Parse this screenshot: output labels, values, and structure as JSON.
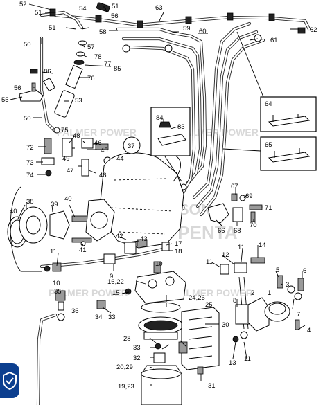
{
  "watermark": {
    "top": "PALMER POWER",
    "middle_1": "ROBERTSON",
    "middle_2": "VOLVO PENTA",
    "lower": "PALMER POWER"
  },
  "callouts": {
    "c1": "1",
    "c2": "2",
    "c3": "3",
    "c4": "4",
    "c5": "5",
    "c6": "6",
    "c7": "7",
    "c8": "8",
    "c9": "9",
    "c10": "10",
    "c10b": "10",
    "c11a": "11",
    "c11b": "11",
    "c11c": "11",
    "c11d": "11",
    "c12": "12",
    "c13": "13",
    "c14": "14",
    "c15": "15",
    "c1622": "16,22",
    "c17": "17",
    "c18": "18",
    "c1923": "19,23",
    "c2029": "20,29",
    "c2425": "24,26",
    "c25": "25",
    "c28": "28",
    "c30": "30",
    "c31": "31",
    "c32": "32",
    "c33": "33",
    "c34": "34",
    "c35": "35",
    "c36": "36",
    "c37": "37",
    "c38": "38",
    "c39": "39",
    "c40a": "40",
    "c40b": "40",
    "c41": "41",
    "c42": "42",
    "c43": "43",
    "c44": "44",
    "c45": "45",
    "c46a": "46",
    "c46b": "46",
    "c47": "47",
    "c48": "48",
    "c49": "49",
    "c50a": "50",
    "c50b": "50",
    "c51a": "51",
    "c51b": "51",
    "c51c": "51",
    "c52": "52",
    "c53": "53",
    "c54": "54",
    "c55": "55",
    "c56": "56",
    "c57": "57",
    "c58": "58",
    "c59": "59",
    "c60": "60",
    "c61": "61",
    "c62": "62",
    "c63": "63",
    "c64": "64",
    "c65": "65",
    "c66": "66",
    "c67": "67",
    "c68": "68",
    "c69": "69",
    "c70": "70",
    "c71": "71",
    "c72": "72",
    "c73": "73",
    "c74": "74",
    "c75": "75",
    "c76": "76",
    "c77": "77",
    "c78": "78",
    "c83": "83",
    "c84": "84",
    "c85": "85",
    "c86": "86",
    "c5b": "5"
  },
  "badge_icon": "shield-check-icon",
  "colors": {
    "badge": "#0c3f8f",
    "watermark": "#d8d8d8"
  }
}
